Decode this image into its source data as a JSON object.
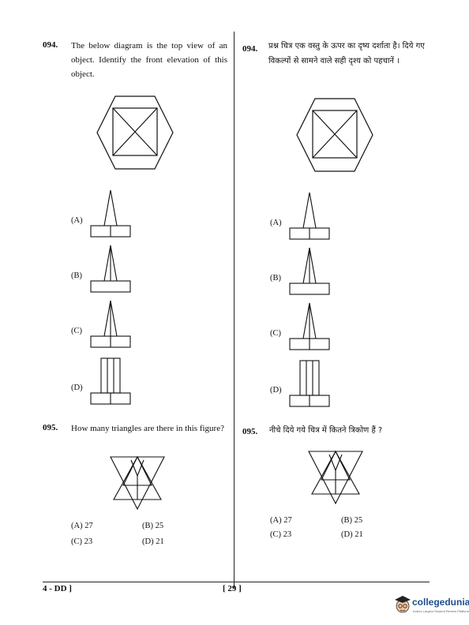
{
  "q94": {
    "number": "094.",
    "text_en": "The below diagram is the top view of an object. Identify the front elevation of this object.",
    "text_hi": "प्रश्न चित्र एक वस्तु के ऊपर का दृष्य दर्शाता है। दिये गए विकल्पों से सामने वाले सही दृश्य को पहचानें ।",
    "options": [
      "(A)",
      "(B)",
      "(C)",
      "(D)"
    ]
  },
  "q95": {
    "number": "095.",
    "text_en": "How many triangles are there in this figure?",
    "text_hi": "नीचे दिये गये चित्र में कितने त्रिकोण हैं ?",
    "options": [
      {
        "label": "(A)",
        "value": "27"
      },
      {
        "label": "(B)",
        "value": "25"
      },
      {
        "label": "(C)",
        "value": "23"
      },
      {
        "label": "(D)",
        "value": "21"
      }
    ]
  },
  "footer": {
    "left": "4 - DD ]",
    "center": "[ 29 ]"
  },
  "brand": {
    "name": "collegedunia",
    "tagline": "India's Largest Student Review Platform"
  }
}
